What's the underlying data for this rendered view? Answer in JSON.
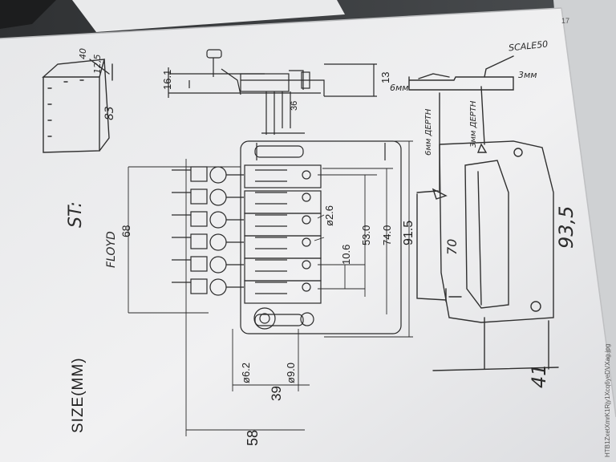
{
  "printed": {
    "heading": "SIZE(MM)",
    "dim_58": "58",
    "dim_39": "39",
    "dim_6_2": "ø6.2",
    "dim_9_0": "ø9.0",
    "dim_68": "68",
    "dim_10_6": "10.6",
    "dim_53_0": "53.0",
    "dim_74_0": "74.0",
    "dim_91_5": "91.5",
    "dim_2_6": "ø2.6",
    "dim_16_1": "16.1",
    "dim_13": "13",
    "dim_36": "36"
  },
  "handwritten": {
    "st_label": "ST:",
    "floyd_label": "FLOYD",
    "box_83": "83",
    "box_12_5": "12,5",
    "box_40": "40",
    "shim_6mm": "6мм",
    "shim_3mm": "3мм",
    "scale_label": "SCALE50",
    "depth_6mm": "6мм ДЕРТН",
    "depth_3mm": "3мм ДЕРТН",
    "cut_70": "70",
    "cut_93_5": "93,5",
    "cut_41": "41"
  },
  "watermark": "HTB1ZxetXmrK1Rjy1Xcq6yeDVXag.jpg",
  "page_number": "17"
}
